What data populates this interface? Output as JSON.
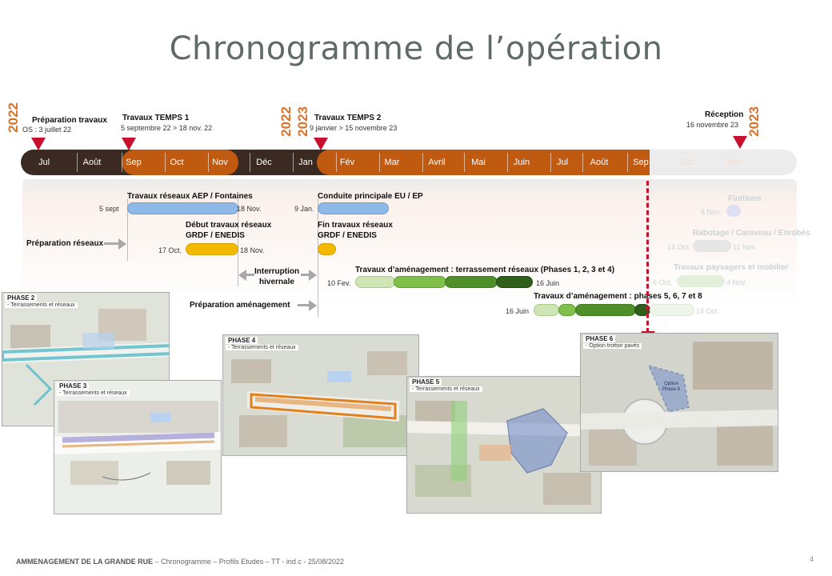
{
  "title": "Chronogramme de l’opération",
  "years": {
    "y2022_left": "2022",
    "y2022_mid": "2022",
    "y2023_mid": "2023",
    "y2023_right": "2023"
  },
  "milestones": {
    "prep": {
      "title": "Préparation travaux",
      "sub": "OS : 3 juillet 22"
    },
    "temps1": {
      "title": "Travaux TEMPS 1",
      "sub": "5 septembre 22 > 18 nov. 22"
    },
    "temps2": {
      "title": "Travaux TEMPS 2",
      "sub": "9 janvier > 15 novembre 23"
    },
    "reception": {
      "title": "Réception",
      "sub": "16 novembre 23"
    }
  },
  "months": [
    "Jul",
    "Août",
    "Sep",
    "Oct",
    "Nov",
    "Déc",
    "Jan",
    "Fév",
    "Mar",
    "Avril",
    "Mai",
    "Juin",
    "Jul",
    "Août",
    "Sep",
    "Oct",
    "Nov"
  ],
  "tasks": {
    "aep": {
      "label": "Travaux réseaux AEP / Fontaines",
      "start": "5 sept",
      "end": "18 Nov."
    },
    "eu": {
      "label": "Conduite principale EU / EP",
      "start": "9 Jan."
    },
    "prep_reseaux": {
      "label": "Préparation réseaux"
    },
    "grdf_debut": {
      "label_l1": "Début travaux réseaux",
      "label_l2": "GRDF / ENEDIS",
      "start": "17 Oct.",
      "end": "18 Nov."
    },
    "grdf_fin": {
      "label_l1": "Fin travaux réseaux",
      "label_l2": "GRDF / ENEDIS"
    },
    "interruption": {
      "label_l1": "Interruption",
      "label_l2": "hivernale"
    },
    "terrassement": {
      "label": "Travaux d’aménagement : terrassement réseaux (Phases 1, 2, 3 et 4)",
      "start": "10 Fev.",
      "end": "16 Juin"
    },
    "prep_amenagement": {
      "label": "Préparation aménagement"
    },
    "phases5678": {
      "label": "Travaux d’aménagement : phases 5, 6, 7 et 8",
      "start": "16 Juin",
      "end": "14 Oct."
    },
    "finitions": {
      "label": "Finitions",
      "start": "6 Nov."
    },
    "rabotage": {
      "label": "Rabotage / Caniveau / Enrobés",
      "start": "14 Oct.",
      "end": "11 Nov."
    },
    "paysagers": {
      "label": "Travaux paysagers et mobilier",
      "start": "6 Oct.",
      "end": "4 Nov."
    }
  },
  "maps": {
    "phase2": {
      "title": "PHASE 2",
      "sub": "- Terrassements et réseaux"
    },
    "phase3": {
      "title": "PHASE 3",
      "sub": "- Terrassements et réseaux"
    },
    "phase4": {
      "title": "PHASE 4",
      "sub": "- Terrassements et réseaux"
    },
    "phase5": {
      "title": "PHASE 5",
      "sub": "- Terrassements et réseaux"
    },
    "phase6": {
      "title": "PHASE 6",
      "sub": "- Option trottoir pavés",
      "zone": "Option Phase 6"
    }
  },
  "footer": {
    "bold": "AMMENAGEMENT DE LA GRANDE RUE",
    "rest": " – Chronogramme – Profils Etudes – TT - ind.c - 25/08/2022"
  },
  "page_number": "4",
  "colors": {
    "dark_bar": "#3a2a22",
    "orange_bar": "#c05a10",
    "blue": "#8fb9e6",
    "yellow": "#f3b800",
    "green_dark": "#2f5f1a",
    "green_mid": "#5aa02c",
    "red": "#c8102e",
    "accent": "#d9732b"
  }
}
